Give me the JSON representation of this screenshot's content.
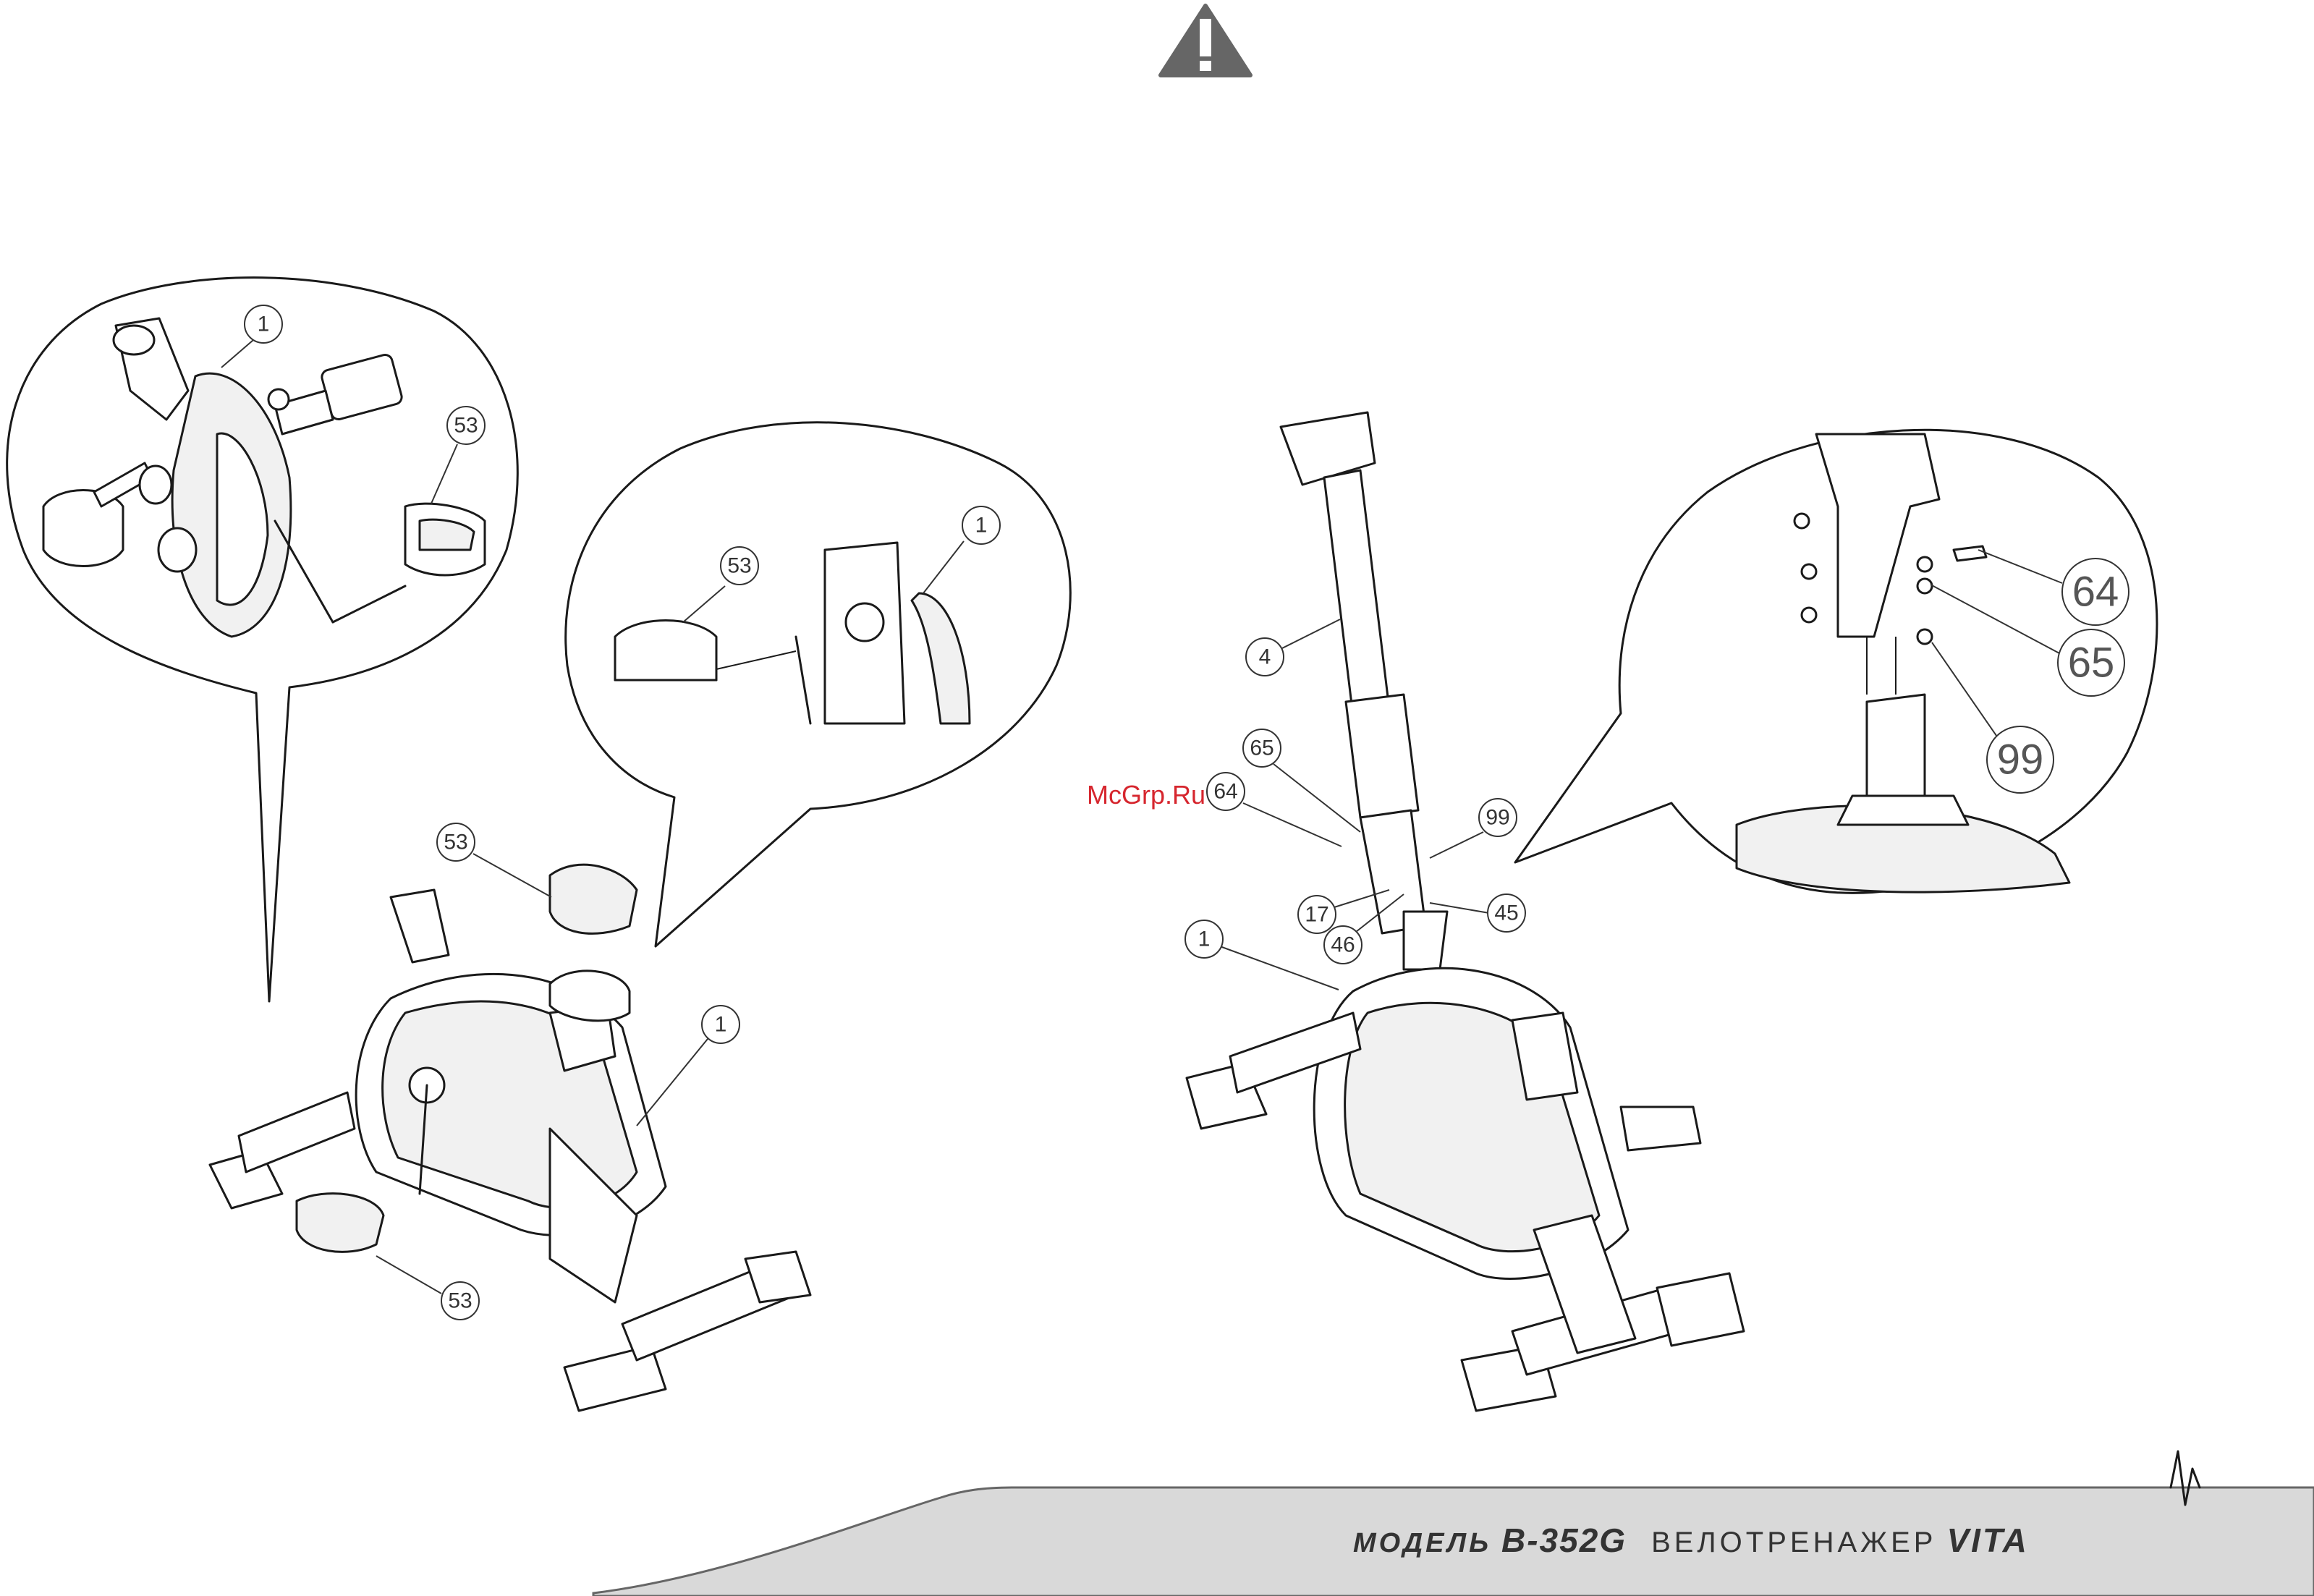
{
  "watermark": "McGrp.Ru",
  "footer": {
    "model_label": "МОДЕЛЬ",
    "model_number": "B-352G",
    "product_name": "ВЕЛОТРЕНАЖЕР",
    "brand_name": "VITA"
  },
  "callouts": {
    "left_bubble_top_1": "1",
    "left_bubble_top_53": "53",
    "left_bubble_side_53": "53",
    "left_bubble_side_1": "1",
    "left_bike_53_top": "53",
    "left_bike_1": "1",
    "left_bike_53_bottom": "53",
    "right_post_4": "4",
    "right_65": "65",
    "right_64": "64",
    "right_99": "99",
    "right_17": "17",
    "right_46": "46",
    "right_45": "45",
    "right_bike_1": "1",
    "right_bubble_64": "64",
    "right_bubble_65": "65",
    "right_bubble_99": "99"
  },
  "icons": {
    "warning": "warning-triangle-icon"
  }
}
